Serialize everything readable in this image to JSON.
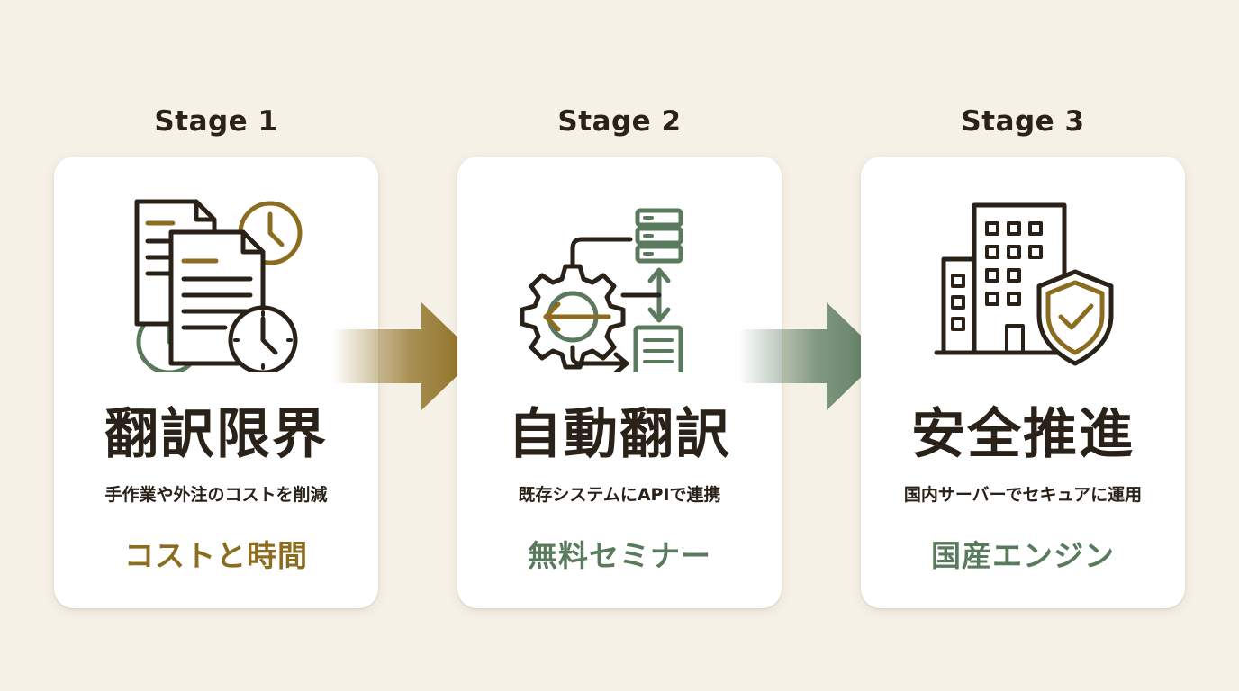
{
  "colors": {
    "background": "#f6f1e7",
    "card": "#ffffff",
    "ink": "#2a2119",
    "gold": "#8c6d1f",
    "green": "#5a7a5e"
  },
  "stages": [
    {
      "label": "Stage 1",
      "icon": "documents-clock-icon",
      "title": "翻訳限界",
      "description": "手作業や外注のコストを削減",
      "tag": "コストと時間",
      "tag_color": "#8c6d1f"
    },
    {
      "label": "Stage 2",
      "icon": "gear-server-document-icon",
      "title": "自動翻訳",
      "description": "既存システムにAPIで連携",
      "tag": "無料セミナー",
      "tag_color": "#5a7a5e"
    },
    {
      "label": "Stage 3",
      "icon": "building-shield-icon",
      "title": "安全推進",
      "description": "国内サーバーでセキュアに運用",
      "tag": "国産エンジン",
      "tag_color": "#5a7a5e"
    }
  ],
  "connectors": [
    {
      "icon": "arrow-right-icon",
      "color": "#8c6d1f"
    },
    {
      "icon": "arrow-right-icon",
      "color": "#5a7a5e"
    }
  ]
}
